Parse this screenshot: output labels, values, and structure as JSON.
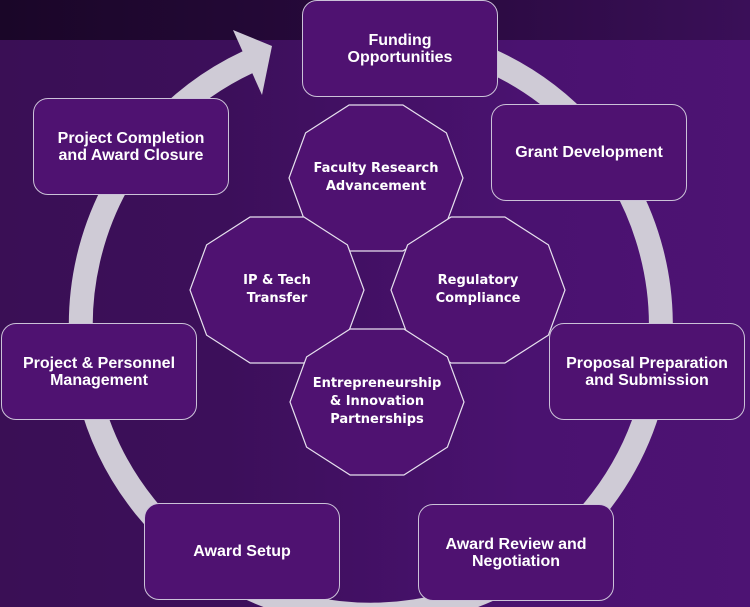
{
  "colors": {
    "box_fill": "#4f1271",
    "border": "#cbc2d8",
    "ring": "#cfcbd6"
  },
  "cycle": [
    {
      "id": "funding",
      "label": "Funding\nOpportunities"
    },
    {
      "id": "grant",
      "label": "Grant Development"
    },
    {
      "id": "proposal",
      "label": "Proposal Preparation\nand Submission"
    },
    {
      "id": "review",
      "label": "Award Review and\nNegotiation"
    },
    {
      "id": "setup",
      "label": "Award Setup"
    },
    {
      "id": "personnel",
      "label": "Project & Personnel\nManagement"
    },
    {
      "id": "closure",
      "label": "Project Completion\nand Award Closure"
    }
  ],
  "center": [
    {
      "id": "faculty",
      "label": "Faculty Research\nAdvancement"
    },
    {
      "id": "ip",
      "label": "IP & Tech\nTransfer"
    },
    {
      "id": "regulatory",
      "label": "Regulatory\nCompliance"
    },
    {
      "id": "entre",
      "label": "Entrepreneurship\n& Innovation\nPartnerships"
    }
  ]
}
